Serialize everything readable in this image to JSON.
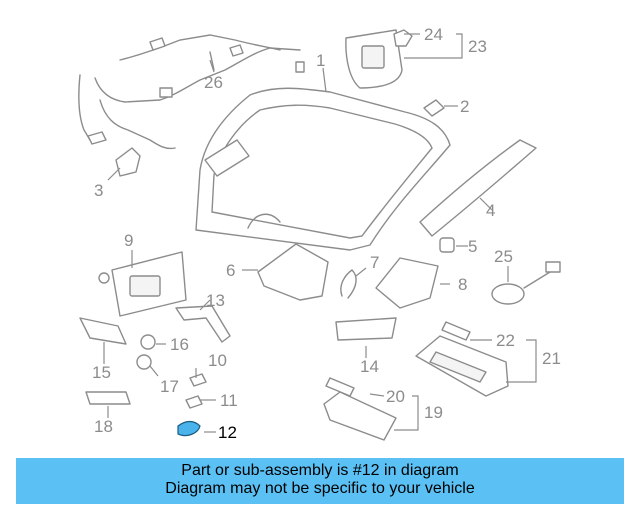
{
  "callouts": [
    {
      "id": "1",
      "text": "1"
    },
    {
      "id": "2",
      "text": "2"
    },
    {
      "id": "3",
      "text": "3"
    },
    {
      "id": "4",
      "text": "4"
    },
    {
      "id": "5",
      "text": "5"
    },
    {
      "id": "6",
      "text": "6"
    },
    {
      "id": "7",
      "text": "7"
    },
    {
      "id": "8",
      "text": "8"
    },
    {
      "id": "9",
      "text": "9"
    },
    {
      "id": "10",
      "text": "10"
    },
    {
      "id": "11",
      "text": "11"
    },
    {
      "id": "12",
      "text": "12"
    },
    {
      "id": "13",
      "text": "13"
    },
    {
      "id": "14",
      "text": "14"
    },
    {
      "id": "15",
      "text": "15"
    },
    {
      "id": "16",
      "text": "16"
    },
    {
      "id": "17",
      "text": "17"
    },
    {
      "id": "18",
      "text": "18"
    },
    {
      "id": "19",
      "text": "19"
    },
    {
      "id": "20",
      "text": "20"
    },
    {
      "id": "21",
      "text": "21"
    },
    {
      "id": "22",
      "text": "22"
    },
    {
      "id": "23",
      "text": "23"
    },
    {
      "id": "24",
      "text": "24"
    },
    {
      "id": "25",
      "text": "25"
    },
    {
      "id": "26",
      "text": "26"
    }
  ],
  "highlighted_part": "12",
  "colors": {
    "highlight_fill": "#4ab3ec",
    "banner_background": "#5bc1f5",
    "line_gray": "#8c8c8c"
  },
  "banner": {
    "line1": "Part or sub-assembly is #12 in diagram",
    "line2": "Diagram may not be specific to your vehicle"
  }
}
